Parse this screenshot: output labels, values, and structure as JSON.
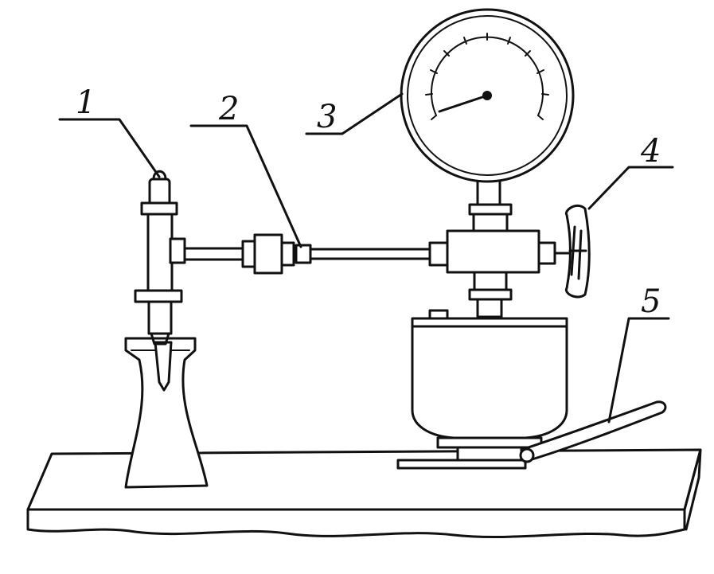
{
  "labels": [
    {
      "id": "1",
      "text": "1"
    },
    {
      "id": "2",
      "text": "2"
    },
    {
      "id": "3",
      "text": "3"
    },
    {
      "id": "4",
      "text": "4"
    },
    {
      "id": "5",
      "text": "5"
    }
  ],
  "colors": {
    "ink": "#111111",
    "paper": "#ffffff"
  }
}
